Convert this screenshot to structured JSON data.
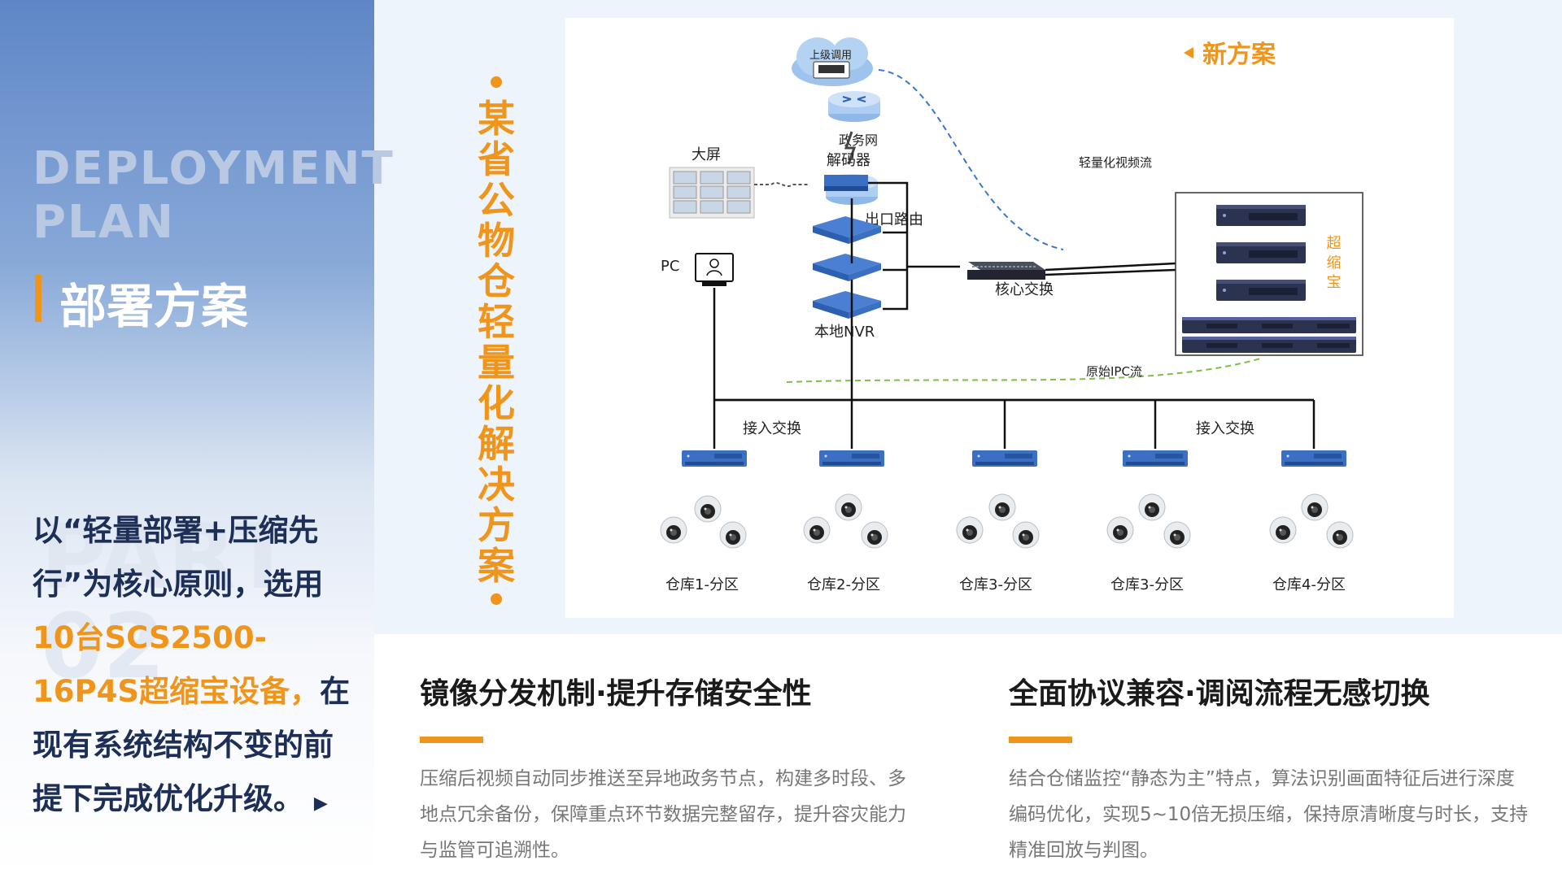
{
  "left": {
    "english_title": "DEPLOYMENT PLAN",
    "chinese_title": "部署方案",
    "watermark": "PART 02",
    "summary": {
      "part1": "以“轻量部署+压缩先行”为核心原则，选用",
      "highlight": "10台SCS2500-16P4S超缩宝设备，",
      "part2": "在现有系统结构不变的前提下完成优化升级。",
      "arrow": "▶"
    }
  },
  "vertical_title": "某省公物仓轻量化解决方案",
  "diagram": {
    "new_plan_label": "新方案",
    "cloud_label": "上级调用",
    "gov_net_label": "政务网",
    "exit_router_label": "出口路由",
    "light_stream_label": "轻量化视频流",
    "big_screen_label": "大屏",
    "decoder_label": "解码器",
    "local_nvr_label": "本地NVR",
    "pc_label": "PC",
    "core_switch_label": "核心交换",
    "super_box_label": "超缩宝",
    "raw_ipc_label": "原始IPC流",
    "access_switch_labels": [
      "接入交换",
      "接入交换"
    ],
    "zones": [
      "仓库1-分区",
      "仓库2-分区",
      "仓库3-分区",
      "仓库3-分区",
      "仓库4-分区"
    ],
    "colors": {
      "orange": "#f0951c",
      "blue": "#3a6fc4",
      "line": "#111111",
      "green_dash": "#7bc043",
      "blue_dash": "#3a75c8"
    }
  },
  "features": [
    {
      "title": "镜像分发机制·提升存储安全性",
      "body": "压缩后视频自动同步推送至异地政务节点，构建多时段、多地点冗余备份，保障重点环节数据完整留存，提升容灾能力与监管可追溯性。"
    },
    {
      "title": "全面协议兼容·调阅流程无感切换",
      "body": "结合仓储监控“静态为主”特点，算法识别画面特征后进行深度编码优化，实现5~10倍无损压缩，保持原清晰度与时长，支持精准回放与判图。"
    }
  ]
}
